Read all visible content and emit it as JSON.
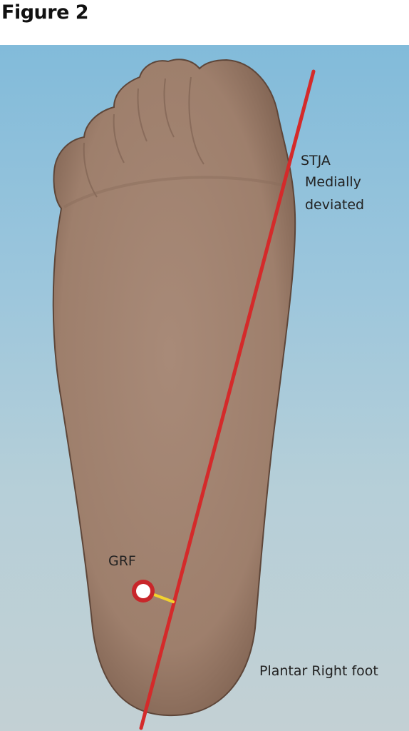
{
  "figure": {
    "heading": "Figure 2"
  },
  "labels": {
    "stja": "STJA",
    "medially": "Medially",
    "deviated": "deviated",
    "grf": "GRF",
    "plantar": "Plantar Right foot"
  },
  "colors": {
    "axis_line": "#d42a2a",
    "grf_marker_ring": "#c8262a",
    "grf_marker_center": "#ffffff",
    "moment_arm": "#f2d22e",
    "foot": "#a58673",
    "foot_shadow": "#6b5245",
    "background_top": "#82bbda",
    "background_bottom": "#c3d0d4"
  }
}
